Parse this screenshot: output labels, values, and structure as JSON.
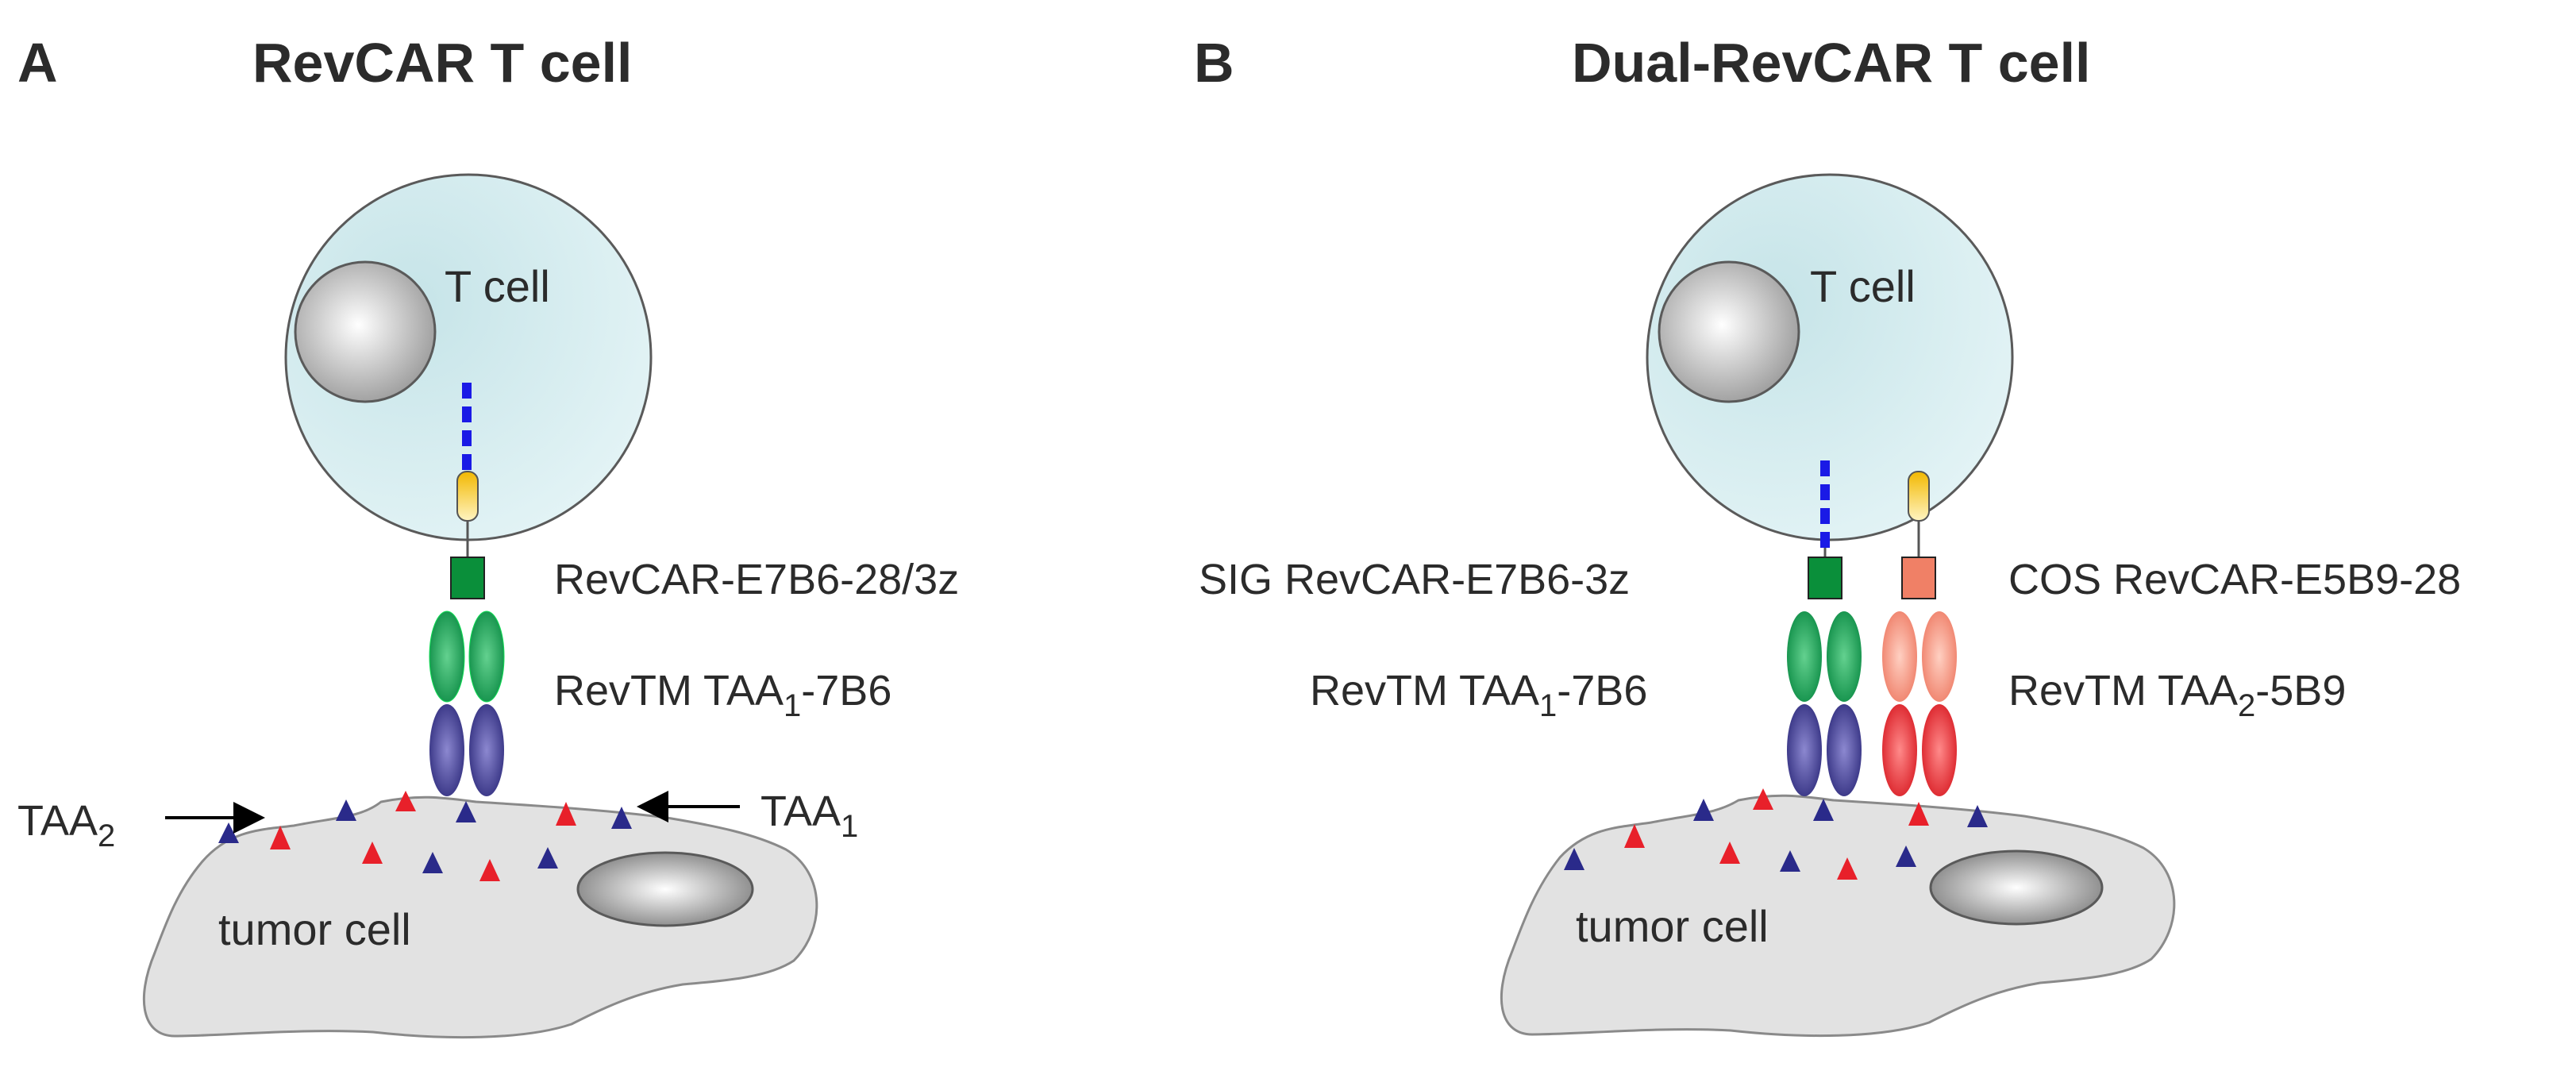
{
  "panels": [
    {
      "letter": "A",
      "title": "RevCAR T cell",
      "t_cell_label": "T cell",
      "tumor_cell_label": "tumor cell",
      "receptor_label": "RevCAR-E7B6-28/3z",
      "target_module_label": {
        "prefix": "RevTM TAA",
        "sub": "1",
        "suffix": "-7B6"
      },
      "antigen_labels": [
        {
          "prefix": "TAA",
          "sub": "2"
        },
        {
          "prefix": "TAA",
          "sub": "1"
        }
      ]
    },
    {
      "letter": "B",
      "title": "Dual-RevCAR T cell",
      "t_cell_label": "T cell",
      "tumor_cell_label": "tumor cell",
      "left_receptor_label": "SIG RevCAR-E7B6-3z",
      "right_receptor_label": "COS RevCAR-E5B9-28",
      "left_target_module_label": {
        "prefix": "RevTM TAA",
        "sub": "1",
        "suffix": "-7B6"
      },
      "right_target_module_label": {
        "prefix": "RevTM TAA",
        "sub": "2",
        "suffix": "-5B9"
      }
    }
  ],
  "colors": {
    "tcell_fill": "#d6ecef",
    "nucleus": "#c8c8c8",
    "tumor_fill": "#e3e3e3",
    "signaling_blue": "#1a1ae6",
    "costim_yellow": "#f2c21b",
    "green_domain": "#0a8f3a",
    "green_oval": "#14a35a",
    "purple_oval": "#3d3a8f",
    "salmon_domain": "#f08066",
    "salmon_oval": "#f28a78",
    "red_oval": "#e8202a",
    "taa1_triangle": "#2a2a8a",
    "taa2_triangle": "#e8202a"
  },
  "icons": [
    "t-cell-icon",
    "nucleus-icon",
    "tumor-cell-icon",
    "receptor-icon",
    "target-module-icon",
    "antigen-triangle-icon",
    "arrow-icon"
  ]
}
